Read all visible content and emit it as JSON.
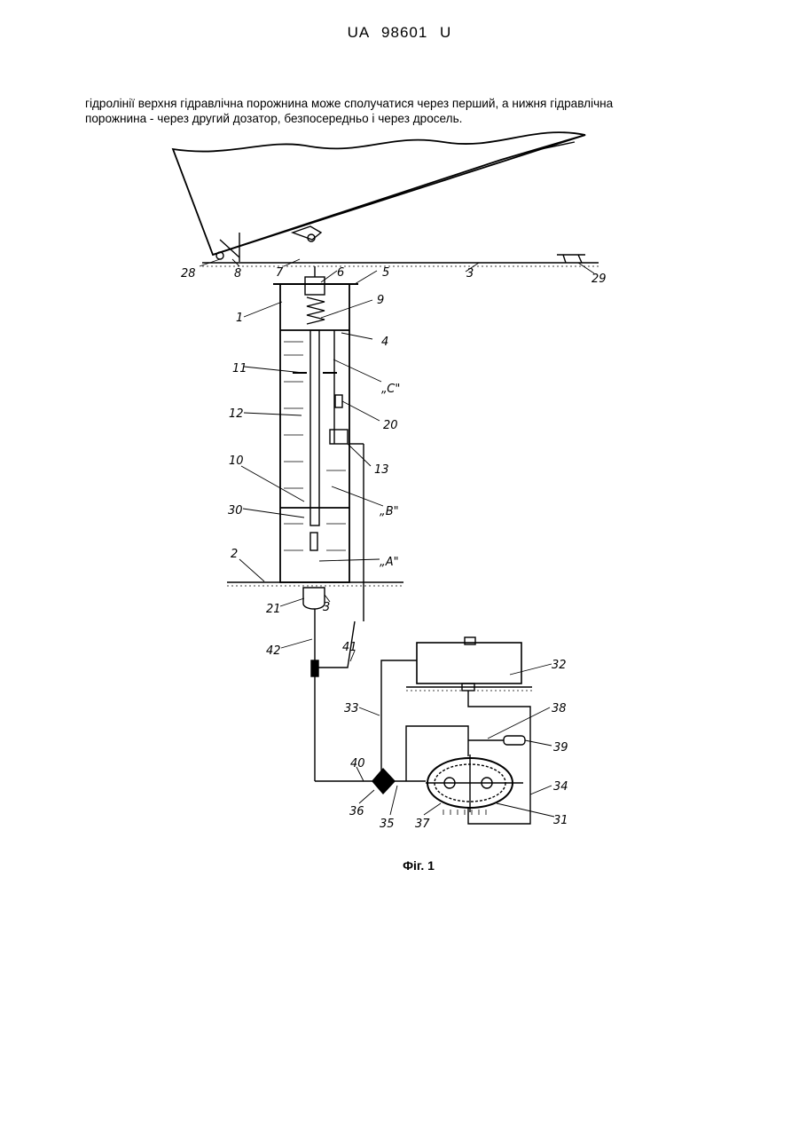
{
  "header": {
    "doc_number": "UA   98601   U"
  },
  "body_text": {
    "line1": "гідролінії верхня гідравлічна порожнина може сполучатися через перший, а нижня гідравлічна",
    "line2": "порожнина - через другий дозатор, безпосередньо і через дросель."
  },
  "figure": {
    "caption": "Фіг. 1",
    "labels": {
      "l28": "28",
      "l8": "8",
      "l7": "7",
      "l6": "6",
      "l5": "5",
      "l3a": "3",
      "l29": "29",
      "l1": "1",
      "l9": "9",
      "l4": "4",
      "l11": "11",
      "lC": "„C\"",
      "l12": "12",
      "l20": "20",
      "l13": "13",
      "l10": "10",
      "lB": "„B\"",
      "l30": "30",
      "lA": "„A\"",
      "l2": "2",
      "l21": "21",
      "l3b": "3",
      "l42": "42",
      "l41": "41",
      "l32": "32",
      "l33": "33",
      "l38": "38",
      "l39": "39",
      "l40": "40",
      "l34": "34",
      "l36": "36",
      "l35": "35",
      "l37": "37",
      "l31": "31"
    }
  }
}
